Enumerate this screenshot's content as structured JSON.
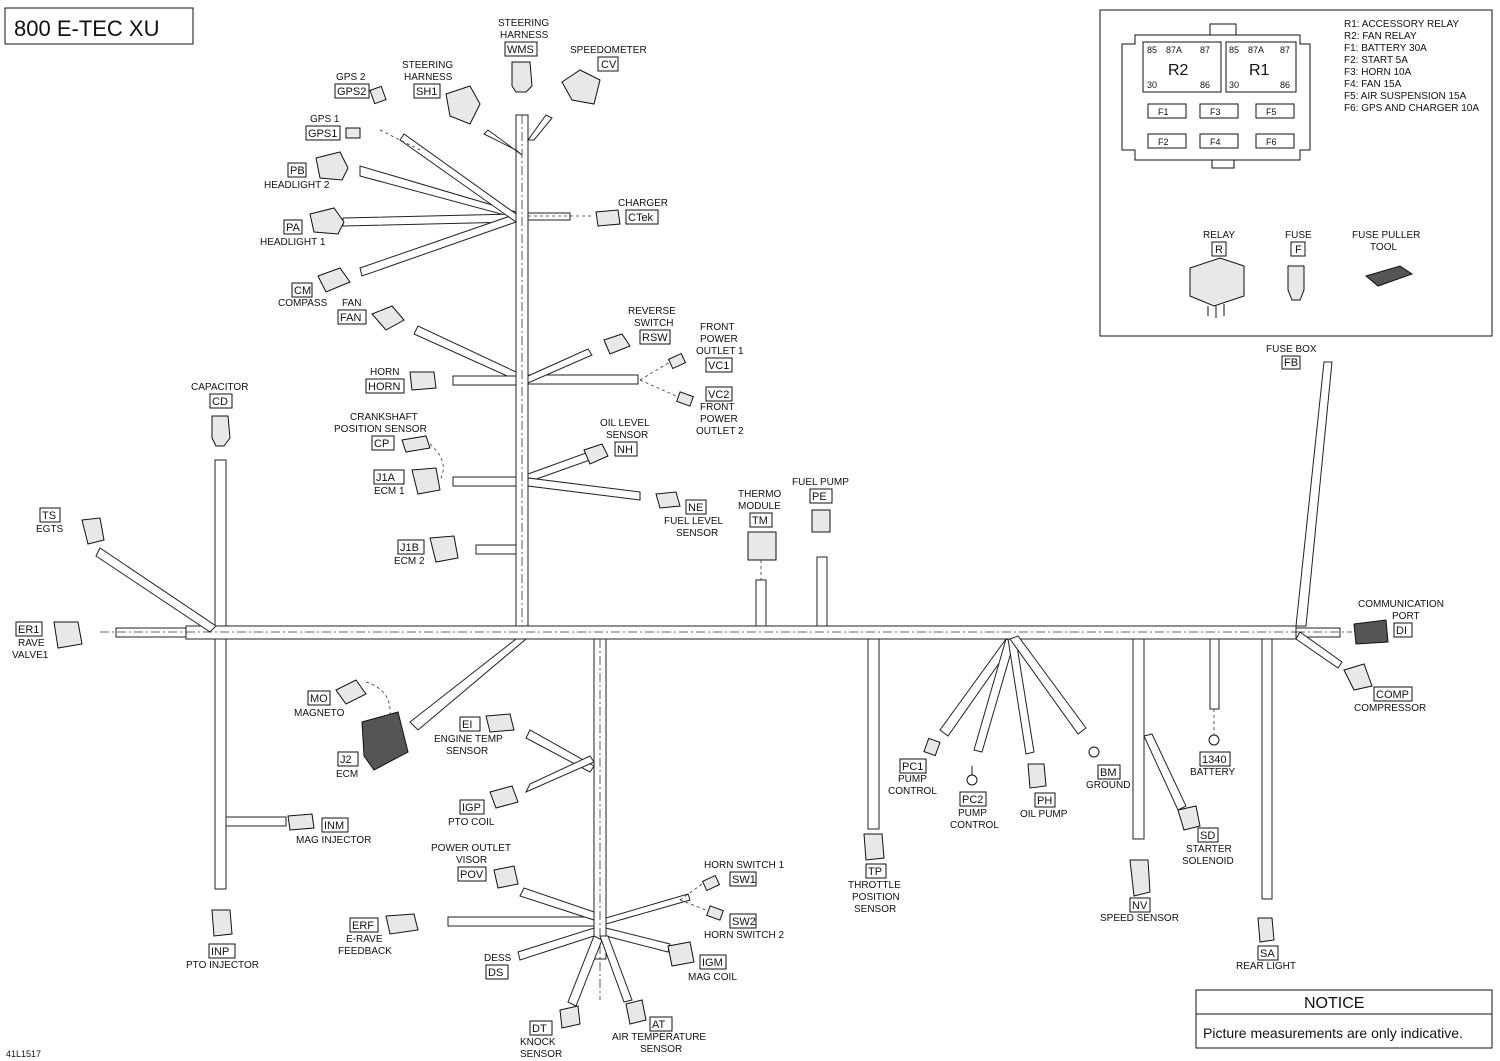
{
  "title": "800 E-TEC XU",
  "part_number": "41L1517",
  "notice": {
    "heading": "NOTICE",
    "text": "Picture measurements are only indicative."
  },
  "fuse_box": {
    "legend": [
      "R1: ACCESSORY RELAY",
      "R2: FAN RELAY",
      "F1: BATTERY 30A",
      "F2: START 5A",
      "F3: HORN 10A",
      "F4: FAN 15A",
      "F5: AIR SUSPENSION 15A",
      "F6: GPS AND CHARGER 10A"
    ],
    "relay_pins": {
      "p85": "85",
      "p87a": "87A",
      "p87": "87",
      "p30": "30",
      "p86": "86"
    },
    "relay_names": {
      "r2": "R2",
      "r1": "R1"
    },
    "fuse_names": {
      "f1": "F1",
      "f3": "F3",
      "f5": "F5",
      "f2": "F2",
      "f4": "F4",
      "f6": "F6"
    },
    "parts": {
      "relay_label": "RELAY",
      "relay_code": "R",
      "fuse_label": "FUSE",
      "fuse_code": "F",
      "puller_label_1": "FUSE PULLER",
      "puller_label_2": "TOOL"
    },
    "fb_label": "FUSE BOX",
    "fb_code": "FB"
  },
  "components": {
    "wms": {
      "l1": "STEERING",
      "l2": "HARNESS",
      "code": "WMS"
    },
    "cv": {
      "l1": "SPEEDOMETER",
      "code": "CV"
    },
    "sh1": {
      "l1": "STEERING",
      "l2": "HARNESS",
      "code": "SH1"
    },
    "gps2": {
      "l1": "GPS 2",
      "code": "GPS2"
    },
    "gps1": {
      "l1": "GPS 1",
      "code": "GPS1"
    },
    "pb": {
      "code": "PB",
      "l1": "HEADLIGHT 2"
    },
    "pa": {
      "code": "PA",
      "l1": "HEADLIGHT 1"
    },
    "charger": {
      "l1": "CHARGER",
      "code": "CTek"
    },
    "cm": {
      "code": "CM",
      "l1": "COMPASS"
    },
    "fan": {
      "l1": "FAN",
      "code": "FAN"
    },
    "rsw": {
      "l1": "REVERSE",
      "l2": "SWITCH",
      "code": "RSW"
    },
    "vc1": {
      "l1": "FRONT",
      "l2": "POWER",
      "l3": "OUTLET 1",
      "code": "VC1"
    },
    "vc2": {
      "code": "VC2",
      "l1": "FRONT",
      "l2": "POWER",
      "l3": "OUTLET 2"
    },
    "horn": {
      "l1": "HORN",
      "code": "HORN"
    },
    "cd": {
      "l1": "CAPACITOR",
      "code": "CD"
    },
    "cp": {
      "l1": "CRANKSHAFT",
      "l2": "POSITION SENSOR",
      "code": "CP"
    },
    "nh": {
      "l1": "OIL LEVEL",
      "l2": "SENSOR",
      "code": "NH"
    },
    "j1a": {
      "code": "J1A",
      "l1": "ECM 1"
    },
    "ne": {
      "code": "NE",
      "l1": "FUEL LEVEL",
      "l2": "SENSOR"
    },
    "tm": {
      "l1": "THERMO",
      "l2": "MODULE",
      "code": "TM"
    },
    "pe": {
      "l1": "FUEL PUMP",
      "code": "PE"
    },
    "ts": {
      "code": "TS",
      "l1": "EGTS"
    },
    "j1b": {
      "code": "J1B",
      "l1": "ECM 2"
    },
    "er1": {
      "code": "ER1",
      "l1": "RAVE",
      "l2": "VALVE1"
    },
    "di": {
      "l1": "COMMUNICATION",
      "l2": "PORT",
      "code": "DI"
    },
    "comp": {
      "code": "COMP",
      "l1": "COMPRESSOR"
    },
    "mo": {
      "code": "MO",
      "l1": "MAGNETO"
    },
    "j2": {
      "code": "J2",
      "l1": "ECM"
    },
    "ei": {
      "code": "EI",
      "l1": "ENGINE TEMP",
      "l2": "SENSOR"
    },
    "igp": {
      "code": "IGP",
      "l1": "PTO COIL"
    },
    "inm": {
      "code": "INM",
      "l1": "MAG INJECTOR"
    },
    "pov": {
      "l1": "POWER OUTLET",
      "l2": "VISOR",
      "code": "POV"
    },
    "sw1": {
      "l1": "HORN SWITCH 1",
      "code": "SW1"
    },
    "sw2": {
      "code": "SW2",
      "l1": "HORN SWITCH 2"
    },
    "erf": {
      "code": "ERF",
      "l1": "E-RAVE",
      "l2": "FEEDBACK"
    },
    "inp": {
      "code": "INP",
      "l1": "PTO INJECTOR"
    },
    "ds": {
      "l1": "DESS",
      "code": "DS"
    },
    "igm": {
      "code": "IGM",
      "l1": "MAG COIL"
    },
    "dt": {
      "code": "DT",
      "l1": "KNOCK",
      "l2": "SENSOR"
    },
    "at": {
      "code": "AT",
      "l1": "AIR TEMPERATURE",
      "l2": "SENSOR"
    },
    "tp": {
      "code": "TP",
      "l1": "THROTTLE",
      "l2": "POSITION",
      "l3": "SENSOR"
    },
    "pc1": {
      "code": "PC1",
      "l1": "PUMP",
      "l2": "CONTROL"
    },
    "pc2": {
      "code": "PC2",
      "l1": "PUMP",
      "l2": "CONTROL"
    },
    "ph": {
      "code": "PH",
      "l1": "OIL PUMP"
    },
    "bm": {
      "code": "BM",
      "l1": "GROUND"
    },
    "nv": {
      "code": "NV",
      "l1": "SPEED SENSOR"
    },
    "sd": {
      "code": "SD",
      "l1": "STARTER",
      "l2": "SOLENOID"
    },
    "battery": {
      "code": "1340",
      "l1": "BATTERY"
    },
    "sa": {
      "code": "SA",
      "l1": "REAR LIGHT"
    }
  }
}
